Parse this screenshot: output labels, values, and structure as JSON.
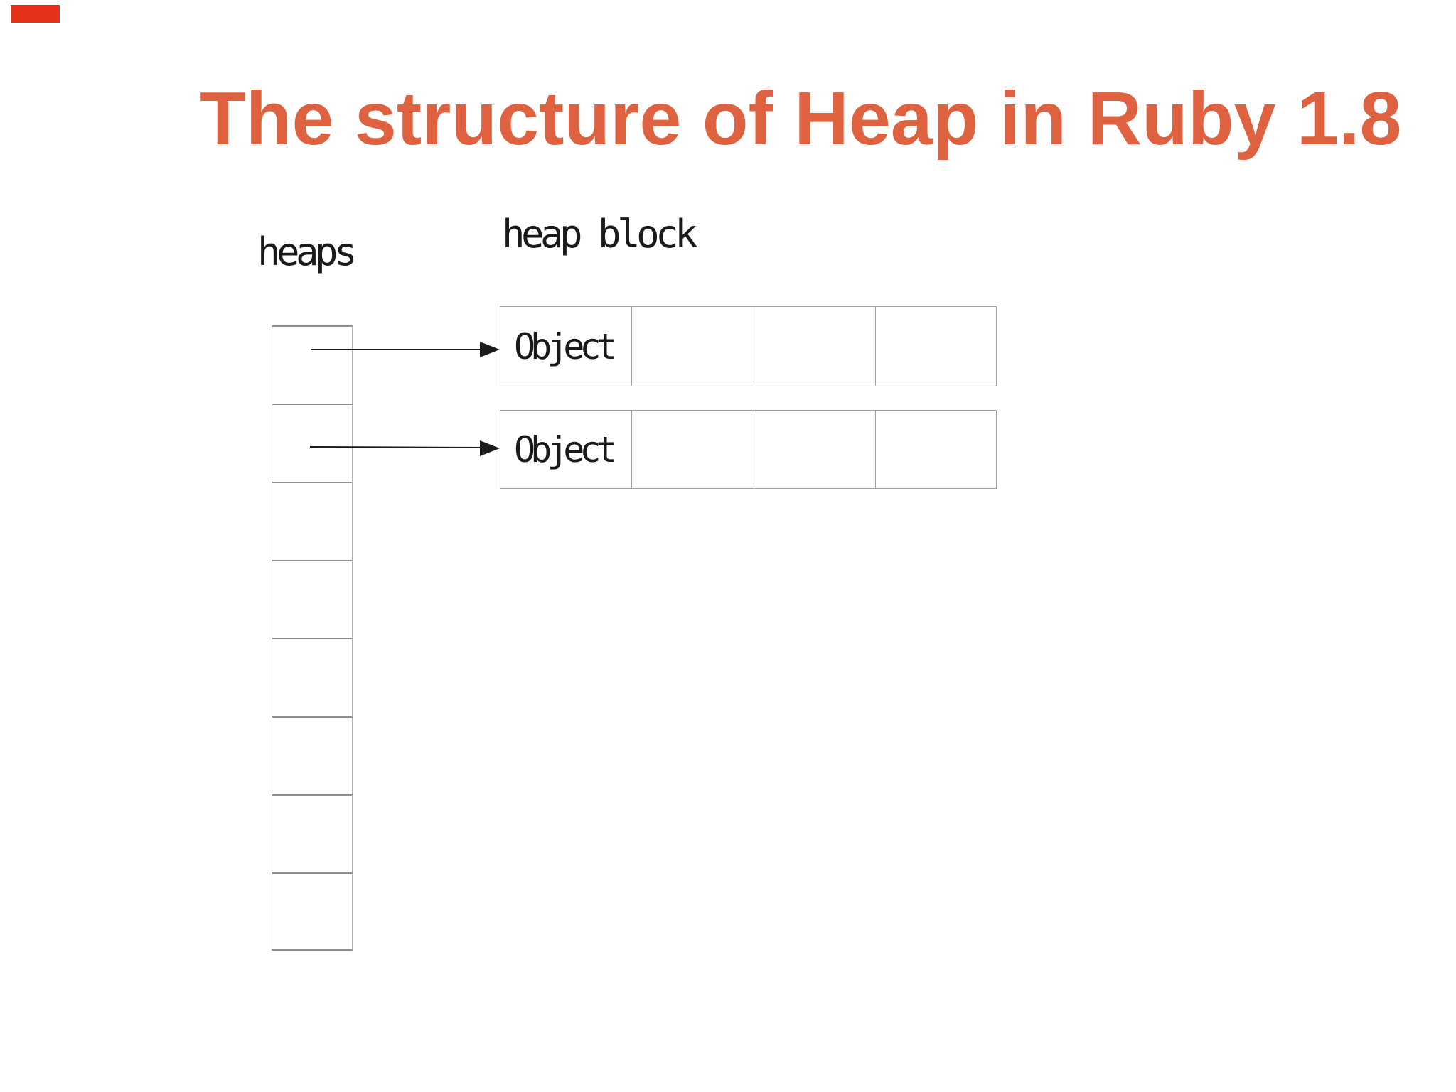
{
  "slide": {
    "title": "The structure of Heap in Ruby 1.8",
    "colors": {
      "title": "#df6240",
      "marker": "#e63119",
      "text": "#1a1a1a",
      "box_border": "#9e9e9e"
    }
  },
  "diagram": {
    "heaps_label": "heaps",
    "heap_block_label": "heap block",
    "heaps_column": {
      "cell_count": 8
    },
    "heap_blocks": [
      {
        "cells": [
          "Object",
          "",
          "",
          ""
        ]
      },
      {
        "cells": [
          "Object",
          "",
          "",
          ""
        ]
      }
    ]
  }
}
